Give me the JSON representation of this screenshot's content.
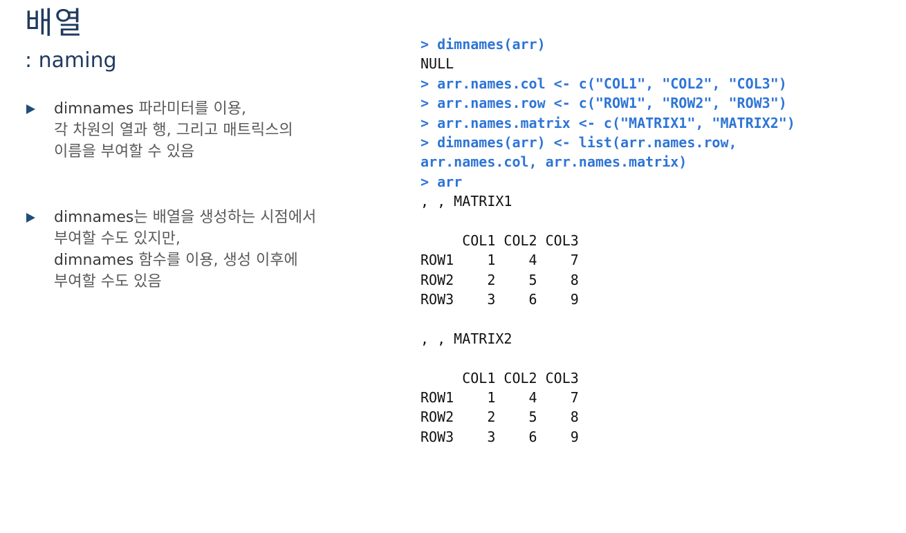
{
  "slide": {
    "title": "배열",
    "subtitle": ": naming"
  },
  "bullets": [
    {
      "lines": [
        [
          {
            "kw": "dimnames"
          },
          {
            "t": " 파라미터를 이용,"
          }
        ],
        [
          {
            "t": "각 차원의 열과 행, 그리고 매트릭스의"
          }
        ],
        [
          {
            "t": "이름을 부여할 수 있음"
          }
        ]
      ]
    },
    {
      "lines": [
        [
          {
            "kw": "dimnames"
          },
          {
            "t": "는 배열을 생성하는 시점에서"
          }
        ],
        [
          {
            "t": "부여할 수도 있지만,"
          }
        ],
        [
          {
            "kw": "dimnames"
          },
          {
            "t": " 함수를 이용, 생성 이후에"
          }
        ],
        [
          {
            "t": "부여할 수도 있음"
          }
        ]
      ]
    }
  ],
  "console": [
    {
      "type": "cmd",
      "text": "> dimnames(arr)"
    },
    {
      "type": "out",
      "text": "NULL"
    },
    {
      "type": "cmd",
      "text": "> arr.names.col <- c(\"COL1\", \"COL2\", \"COL3\")"
    },
    {
      "type": "cmd",
      "text": "> arr.names.row <- c(\"ROW1\", \"ROW2\", \"ROW3\")"
    },
    {
      "type": "cmd",
      "text": "> arr.names.matrix <- c(\"MATRIX1\", \"MATRIX2\")"
    },
    {
      "type": "cmd",
      "text": "> dimnames(arr) <- list(arr.names.row,"
    },
    {
      "type": "cmd",
      "text": "arr.names.col, arr.names.matrix)"
    },
    {
      "type": "cmd",
      "text": "> arr"
    },
    {
      "type": "out",
      "text": ", , MATRIX1"
    },
    {
      "type": "out",
      "text": ""
    },
    {
      "type": "out",
      "text": "     COL1 COL2 COL3"
    },
    {
      "type": "out",
      "text": "ROW1    1    4    7"
    },
    {
      "type": "out",
      "text": "ROW2    2    5    8"
    },
    {
      "type": "out",
      "text": "ROW3    3    6    9"
    },
    {
      "type": "out",
      "text": ""
    },
    {
      "type": "out",
      "text": ", , MATRIX2"
    },
    {
      "type": "out",
      "text": ""
    },
    {
      "type": "out",
      "text": "     COL1 COL2 COL3"
    },
    {
      "type": "out",
      "text": "ROW1    1    4    7"
    },
    {
      "type": "out",
      "text": "ROW2    2    5    8"
    },
    {
      "type": "out",
      "text": "ROW3    3    6    9"
    }
  ],
  "colors": {
    "title": "#1f3a5f",
    "bullet_marker": "#1f4e79",
    "command": "#2e75d6",
    "output": "#111111",
    "body_text": "#595959"
  }
}
